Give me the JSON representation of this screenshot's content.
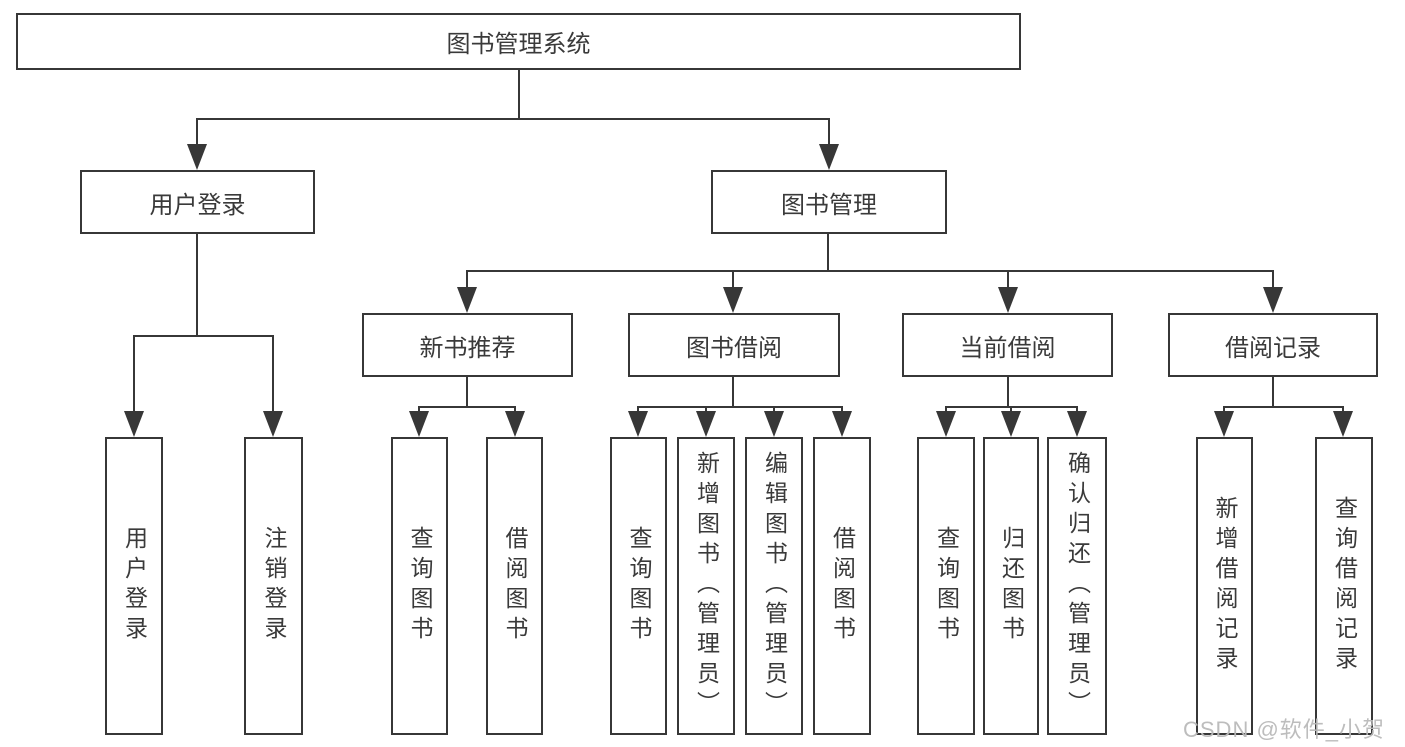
{
  "diagram": {
    "title": "图书管理系统",
    "level2": [
      {
        "label": "用户登录"
      },
      {
        "label": "图书管理"
      }
    ],
    "level3": [
      {
        "label": "新书推荐",
        "parent": "图书管理"
      },
      {
        "label": "图书借阅",
        "parent": "图书管理"
      },
      {
        "label": "当前借阅",
        "parent": "图书管理"
      },
      {
        "label": "借阅记录",
        "parent": "图书管理"
      }
    ],
    "leaves": [
      {
        "label": "用户登录",
        "parent": "用户登录"
      },
      {
        "label": "注销登录",
        "parent": "用户登录"
      },
      {
        "label": "查询图书",
        "parent": "新书推荐"
      },
      {
        "label": "借阅图书",
        "parent": "新书推荐"
      },
      {
        "label": "查询图书",
        "parent": "图书借阅"
      },
      {
        "label": "新增图书（管理员）",
        "parent": "图书借阅"
      },
      {
        "label": "编辑图书（管理员）",
        "parent": "图书借阅"
      },
      {
        "label": "借阅图书",
        "parent": "图书借阅"
      },
      {
        "label": "查询图书",
        "parent": "当前借阅"
      },
      {
        "label": "归还图书",
        "parent": "当前借阅"
      },
      {
        "label": "确认归还（管理员）",
        "parent": "当前借阅"
      },
      {
        "label": "新增借阅记录",
        "parent": "借阅记录"
      },
      {
        "label": "查询借阅记录",
        "parent": "借阅记录"
      }
    ],
    "colors": {
      "line": "#373737",
      "text": "#3a3a3a",
      "background": "#ffffff",
      "watermark": "#b9b9b9"
    }
  },
  "watermark": {
    "text": "CSDN @软件_小贺同学"
  }
}
